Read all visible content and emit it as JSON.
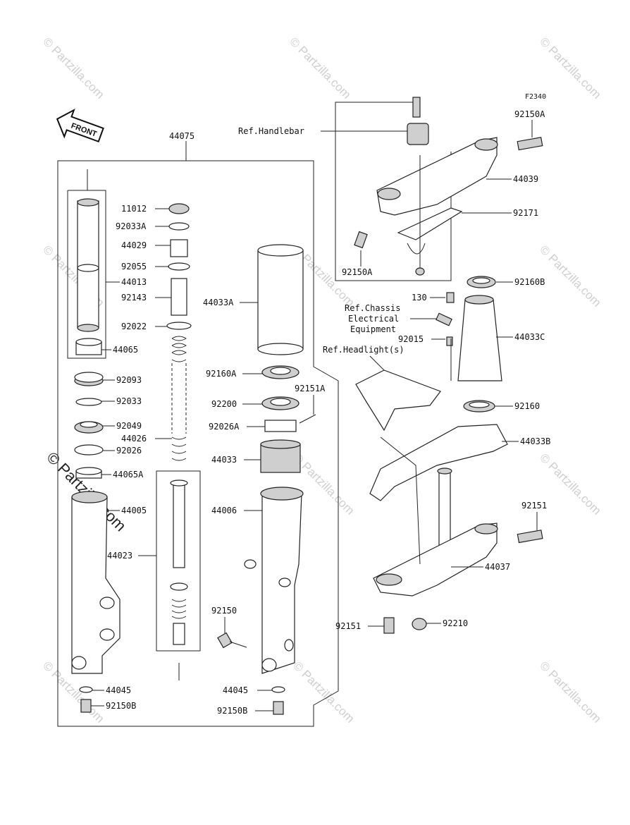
{
  "figure_code": "F2340",
  "front_label": "FRONT",
  "watermark": {
    "text": "© Partzilla.com",
    "repeated_text": "© Partzilla.com"
  },
  "references": {
    "handlebar": "Ref.Handlebar",
    "chassis_line1": "Ref.Chassis",
    "chassis_line2": "Electrical",
    "chassis_line3": "Equipment",
    "headlight": "Ref.Headlight(s)"
  },
  "parts": {
    "p44075": "44075",
    "p11012": "11012",
    "p92033A": "92033A",
    "p44029": "44029",
    "p92055": "92055",
    "p44013": "44013",
    "p92143": "92143",
    "p92022": "92022",
    "p44065": "44065",
    "p92093": "92093",
    "p92033": "92033",
    "p92049": "92049",
    "p44026": "44026",
    "p92026": "92026",
    "p44065A": "44065A",
    "p44005": "44005",
    "p44023": "44023",
    "p44045_left": "44045",
    "p92150B_left": "92150B",
    "p44033A": "44033A",
    "p92160A": "92160A",
    "p92151A": "92151A",
    "p92200": "92200",
    "p92026A": "92026A",
    "p44033": "44033",
    "p44006": "44006",
    "p92150": "92150",
    "p44045_right": "44045",
    "p92150B_right": "92150B",
    "p92150A_top": "92150A",
    "p44039": "44039",
    "p92171": "92171",
    "p92150A_bottom": "92150A",
    "p130": "130",
    "p92160B": "92160B",
    "p44033C": "44033C",
    "p92015": "92015",
    "p92160": "92160",
    "p44033B": "44033B",
    "p92151_right": "92151",
    "p44037": "44037",
    "p92151_bottom": "92151",
    "p92210": "92210"
  }
}
